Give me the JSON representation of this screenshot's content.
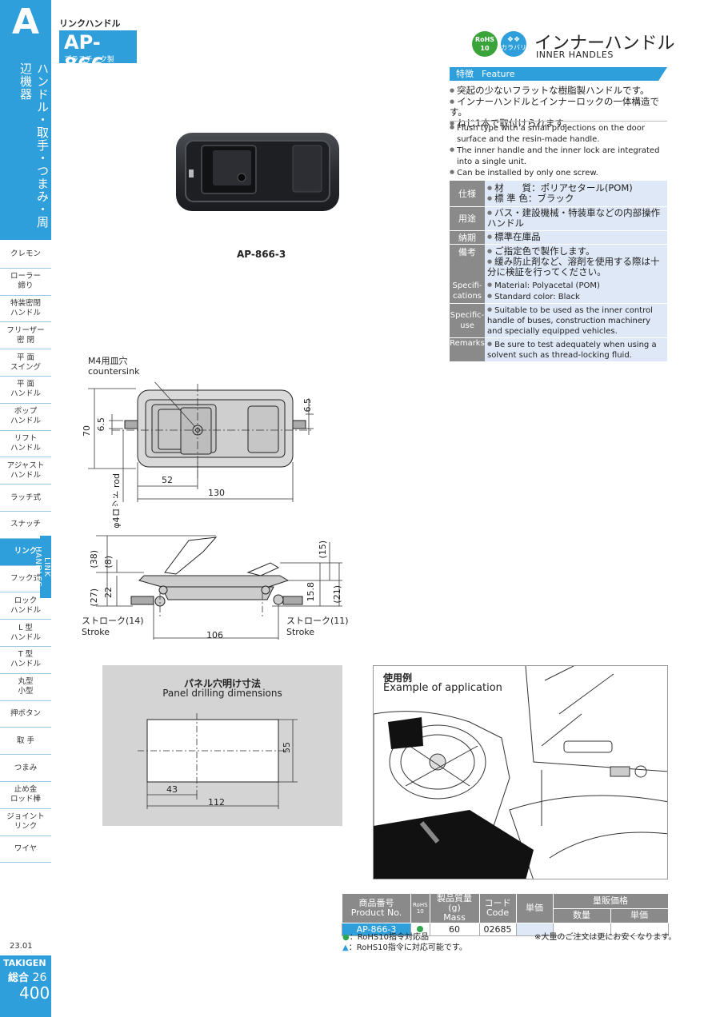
{
  "rail": {
    "letter": "A",
    "vertical_title": "ハンドル・取手・つまみ・周辺機器",
    "tab_label": "LINK HANDLES"
  },
  "nav": [
    {
      "l1": "クレモン",
      "l2": ""
    },
    {
      "l1": "ローラー",
      "l2": "締り"
    },
    {
      "l1": "特装密閉",
      "l2": "ハンドル"
    },
    {
      "l1": "フリーザー",
      "l2": "密 閉"
    },
    {
      "l1": "平 面",
      "l2": "スイング"
    },
    {
      "l1": "平 面",
      "l2": "ハンドル"
    },
    {
      "l1": "ポップ",
      "l2": "ハンドル"
    },
    {
      "l1": "リフト",
      "l2": "ハンドル"
    },
    {
      "l1": "アジャスト",
      "l2": "ハンドル"
    },
    {
      "l1": "ラッチ式",
      "l2": ""
    },
    {
      "l1": "スナッチ",
      "l2": ""
    },
    {
      "l1": "リンク",
      "l2": ""
    },
    {
      "l1": "フック式",
      "l2": ""
    },
    {
      "l1": "ロック",
      "l2": "ハンドル"
    },
    {
      "l1": "L 型",
      "l2": "ハンドル"
    },
    {
      "l1": "T 型",
      "l2": "ハンドル"
    },
    {
      "l1": "丸型",
      "l2": "小型"
    },
    {
      "l1": "押ボタン",
      "l2": ""
    },
    {
      "l1": "取 手",
      "l2": ""
    },
    {
      "l1": "つまみ",
      "l2": ""
    },
    {
      "l1": "止め金",
      "l2": "ロッド棒"
    },
    {
      "l1": "ジョイント",
      "l2": "リンク"
    },
    {
      "l1": "ワイヤ",
      "l2": ""
    }
  ],
  "footer_left": {
    "edition": "23.01",
    "brand": "TAKIGEN",
    "vol_label": "総合",
    "vol_no": "26",
    "page": "400"
  },
  "header": {
    "category": "リンクハンドル",
    "model": "AP-866",
    "material_note": "プラスチック製",
    "rohs_badge": "RoHS 10",
    "kara_badge": "カラバリ",
    "title_jp": "インナーハンドル",
    "title_en": "INNER HANDLES"
  },
  "feature": {
    "label_jp": "特徴",
    "label_en": "Feature",
    "jp": [
      "突起の少ないフラットな樹脂製ハンドルです。",
      "インナーハンドルとインナーロックの一体構造です。",
      "ねじ1本で取付けられます。"
    ],
    "en": [
      "Flush type with a small projections on the door surface and the resin-made handle.",
      "The inner handle and the inner lock are integrated into a single unit.",
      "Can be installed by only one screw."
    ]
  },
  "spec_jp": [
    {
      "key": "仕様",
      "lines": [
        "材　　質：ポリアセタール(POM)",
        "標 準 色：ブラック"
      ]
    },
    {
      "key": "用途",
      "lines": [
        "バス・建設機械・特装車などの内部操作ハンドル"
      ]
    },
    {
      "key": "納期",
      "lines": [
        "標準在庫品"
      ]
    },
    {
      "key": "備考",
      "lines": [
        "ご指定色で製作します。",
        "緩み防止剤など、溶剤を使用する際は十分に検証を行ってください。"
      ]
    }
  ],
  "spec_en": [
    {
      "key": "Specifi-cations",
      "lines": [
        "Material: Polyacetal (POM)",
        "Standard color: Black"
      ]
    },
    {
      "key": "Specific-use",
      "lines": [
        "Suitable to be used as the inner control handle of buses, construction machinery and specially equipped vehicles."
      ]
    },
    {
      "key": "Remarks",
      "lines": [
        "Be sure to test adequately when using a solvent such as thread-locking fluid."
      ]
    }
  ],
  "photo_label": "AP-866-3",
  "drawing_front": {
    "hole_jp": "M4用皿穴",
    "hole_en": "countersink",
    "dim_70": "70",
    "dim_6_5_left": "6.5",
    "dim_6_5_right": "6.5",
    "dim_52": "52",
    "dim_130": "130",
    "rod": "φ4ロッド rod"
  },
  "drawing_side": {
    "dim_38": "(38)",
    "dim_8": "(8)",
    "dim_27": "(27)",
    "dim_22": "22",
    "dim_15": "(15)",
    "dim_15_8": "15.8",
    "dim_21": "(21)",
    "stroke_left_jp": "ストローク(14)",
    "stroke_left_en": "Stroke",
    "stroke_right_jp": "ストローク(11)",
    "stroke_right_en": "Stroke",
    "dim_106": "106"
  },
  "panel": {
    "title_jp": "パネル穴明け寸法",
    "title_en": "Panel drilling dimensions",
    "dim_55": "55",
    "dim_43": "43",
    "dim_112": "112"
  },
  "application": {
    "title_jp": "使用例",
    "title_en": "Example of application"
  },
  "table": {
    "headers": {
      "product_jp": "商品番号",
      "product_en": "Product No.",
      "rohs": "RoHS 10",
      "mass_jp": "製品質量(g)",
      "mass_en": "Mass",
      "code_jp": "コード",
      "code_en": "Code",
      "price": "単価",
      "volume": "量販価格",
      "qty": "数量",
      "unit": "単価"
    },
    "rows": [
      {
        "product": "AP-866-3",
        "mass": "60",
        "code": "02685"
      }
    ],
    "note1": "：RoHS10指令対応品",
    "note2": "：RoHS10指令に対応可能です。",
    "note3": "※大量のご注文は更にお安くなります。"
  },
  "colors": {
    "accent": "#2f9fdb",
    "green": "#2fa84f",
    "grey": "#8a8a8a",
    "spec_bg": "#dfe8f6"
  }
}
